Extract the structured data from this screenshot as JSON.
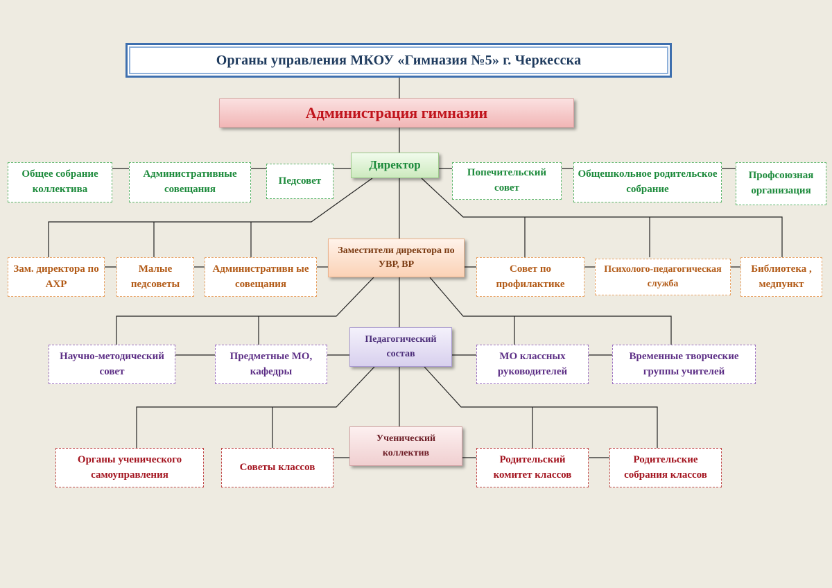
{
  "title": "Органы управления МКОУ «Гимназия №5» г. Черкесска",
  "administration": "Администрация гимназии",
  "director": {
    "label": "Директор",
    "left": [
      "Общее собрание коллектива",
      "Административные совещания",
      "Педсовет"
    ],
    "right": [
      "Попечительский совет",
      "Общешкольное родительское собрание",
      "Профсоюзная организация"
    ]
  },
  "deputies": {
    "label": "Заместители директора по УВР, ВР",
    "left": [
      "Зам. директора по АХР",
      "Малые педсоветы",
      "Административн ые совещания"
    ],
    "right": [
      "Совет по профилактике",
      "Психолого-педагогическая служба",
      "Библиотека , медпункт"
    ]
  },
  "teaching_staff": {
    "label": "Педагогический состав",
    "left": [
      "Научно-методический совет",
      "Предметные МО, кафедры"
    ],
    "right": [
      "МО классных руководителей",
      "Временные творческие группы учителей"
    ]
  },
  "student_body": {
    "label": "Ученический коллектив",
    "left": [
      "Органы ученического самоуправления",
      "Советы классов"
    ],
    "right": [
      "Родительский комитет классов",
      "Родительские собрания классов"
    ]
  },
  "colors": {
    "background": "#eeebe1",
    "title_border": "#3e6fae",
    "administration_text": "#c0141c",
    "director_tier": "#1c8a3b",
    "deputy_tier": "#b25a16",
    "teaching_tier": "#5d2f86",
    "student_tier": "#a3141f",
    "connector": "#222222"
  }
}
